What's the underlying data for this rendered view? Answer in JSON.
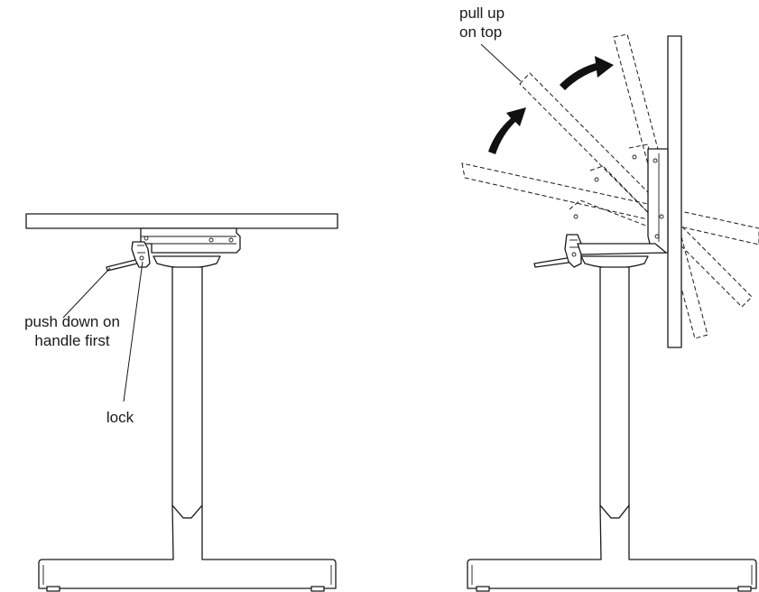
{
  "labels": {
    "push_down_line1": "push down on",
    "push_down_line2": "handle first",
    "lock": "lock",
    "pull_up_line1": "pull up",
    "pull_up_line2": "on top"
  },
  "colors": {
    "ink": "#1a1a1a",
    "arrow": "#111111",
    "background": "#ffffff"
  }
}
